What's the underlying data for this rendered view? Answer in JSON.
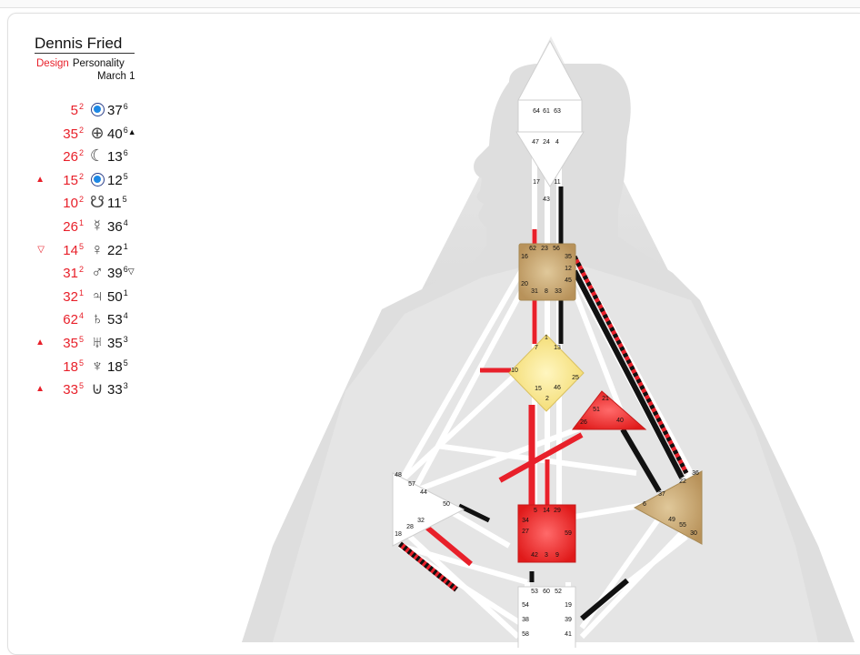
{
  "chart_name": "Dennis Fried",
  "legend": {
    "design": "Design",
    "personality": "Personality"
  },
  "date": "March 1",
  "rows": [
    {
      "icon": "sun-icon",
      "design": "5",
      "design_line": "2",
      "personality": "37",
      "personality_line": "6",
      "mark_left": "",
      "mark_right": ""
    },
    {
      "icon": "earth-icon",
      "design": "35",
      "design_line": "2",
      "personality": "40",
      "personality_line": "6",
      "mark_left": "",
      "mark_right": "▲"
    },
    {
      "icon": "moon-icon",
      "design": "26",
      "design_line": "2",
      "personality": "13",
      "personality_line": "6",
      "mark_left": "",
      "mark_right": ""
    },
    {
      "icon": "north-node-icon",
      "design": "15",
      "design_line": "2",
      "personality": "12",
      "personality_line": "5",
      "mark_left": "▲",
      "mark_right": ""
    },
    {
      "icon": "south-node-icon",
      "design": "10",
      "design_line": "2",
      "personality": "11",
      "personality_line": "5",
      "mark_left": "",
      "mark_right": ""
    },
    {
      "icon": "mercury-icon",
      "design": "26",
      "design_line": "1",
      "personality": "36",
      "personality_line": "4",
      "mark_left": "",
      "mark_right": ""
    },
    {
      "icon": "venus-icon",
      "design": "14",
      "design_line": "5",
      "personality": "22",
      "personality_line": "1",
      "mark_left": "▽",
      "mark_right": ""
    },
    {
      "icon": "mars-icon",
      "design": "31",
      "design_line": "2",
      "personality": "39",
      "personality_line": "6",
      "mark_left": "",
      "mark_right": "▽"
    },
    {
      "icon": "jupiter-icon",
      "design": "32",
      "design_line": "1",
      "personality": "50",
      "personality_line": "1",
      "mark_left": "",
      "mark_right": ""
    },
    {
      "icon": "saturn-icon",
      "design": "62",
      "design_line": "4",
      "personality": "53",
      "personality_line": "4",
      "mark_left": "",
      "mark_right": ""
    },
    {
      "icon": "uranus-icon",
      "design": "35",
      "design_line": "5",
      "personality": "35",
      "personality_line": "3",
      "mark_left": "▲",
      "mark_right": ""
    },
    {
      "icon": "neptune-icon",
      "design": "18",
      "design_line": "5",
      "personality": "18",
      "personality_line": "5",
      "mark_left": "",
      "mark_right": ""
    },
    {
      "icon": "pluto-icon",
      "design": "33",
      "design_line": "5",
      "personality": "33",
      "personality_line": "3",
      "mark_left": "▲",
      "mark_right": ""
    }
  ],
  "symbols": {
    "earth": "⊕",
    "moon": "☾",
    "south_node": "☋",
    "mercury": "☿",
    "venus": "♀",
    "mars": "♂",
    "jupiter": "♃",
    "saturn": "♄",
    "uranus": "♅",
    "neptune": "♆",
    "pluto": "⊍"
  },
  "colors": {
    "design": "#e8202a",
    "personality": "#111111",
    "defined_center_gold": "#c9a96b",
    "defined_center_yellow": "#f6e27a",
    "defined_center_red": "#e8202a"
  },
  "gates": {
    "head": [
      "64",
      "61",
      "63"
    ],
    "ajna": [
      "47",
      "24",
      "4"
    ],
    "ajna_bottom": [
      "17",
      "11"
    ],
    "ajna_mid": "43",
    "throat": [
      "62",
      "23",
      "56",
      "16",
      "35",
      "12",
      "20",
      "31",
      "8",
      "33",
      "45"
    ],
    "g": [
      "1",
      "7",
      "13",
      "10",
      "25",
      "15",
      "2",
      "46"
    ],
    "heart": [
      "21",
      "51",
      "26",
      "40"
    ],
    "spleen": [
      "48",
      "57",
      "44",
      "50",
      "32",
      "28",
      "18"
    ],
    "solar": [
      "36",
      "22",
      "37",
      "6",
      "49",
      "55",
      "30"
    ],
    "sacral": [
      "5",
      "14",
      "29",
      "34",
      "27",
      "59",
      "42",
      "3",
      "9"
    ],
    "root_center": [
      "53",
      "60",
      "52"
    ],
    "root_left": [
      "54",
      "38",
      "58"
    ],
    "root_right": [
      "19",
      "39",
      "41"
    ]
  }
}
